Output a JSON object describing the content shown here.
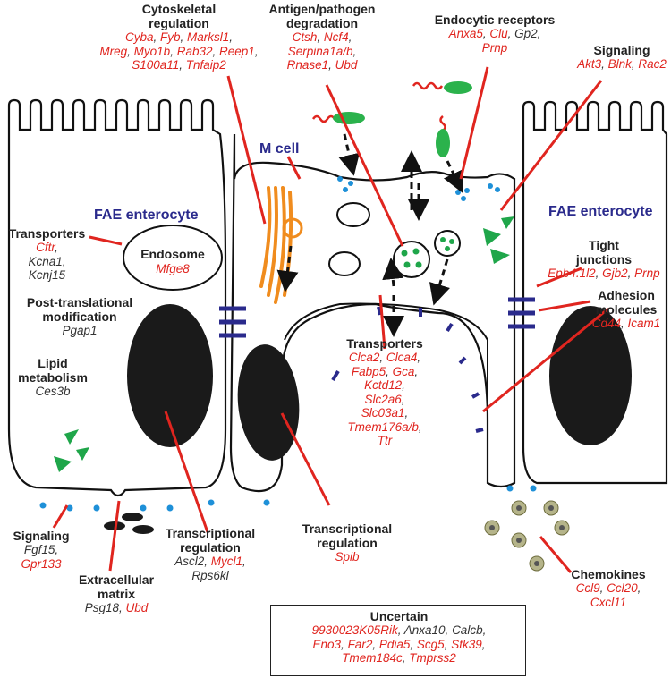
{
  "cell_labels": {
    "m_cell": "M cell",
    "fae_left": "FAE enterocyte",
    "fae_right": "FAE enterocyte",
    "endosome": "Endosome",
    "endosome_gene": "Mfge8"
  },
  "groups": {
    "cytoskeletal": {
      "title": [
        "Cytoskeletal",
        "regulation"
      ],
      "lines": [
        [
          {
            "t": "Cyba",
            "c": "red"
          },
          {
            "t": "Fyb",
            "c": "red"
          },
          {
            "t": "Marksl1",
            "c": "red"
          }
        ],
        [
          {
            "t": "Mreg",
            "c": "red"
          },
          {
            "t": "Myo1b",
            "c": "red"
          },
          {
            "t": "Rab32",
            "c": "red"
          },
          {
            "t": "Reep1",
            "c": "red"
          }
        ],
        [
          {
            "t": "S100a11",
            "c": "red"
          },
          {
            "t": "Tnfaip2",
            "c": "red"
          }
        ]
      ]
    },
    "antigen": {
      "title": [
        "Antigen/pathogen",
        "degradation"
      ],
      "lines": [
        [
          {
            "t": "Ctsh",
            "c": "red"
          },
          {
            "t": "Ncf4",
            "c": "red"
          }
        ],
        [
          {
            "t": "Serpina1a/b",
            "c": "red"
          }
        ],
        [
          {
            "t": "Rnase1",
            "c": "red"
          },
          {
            "t": "Ubd",
            "c": "red"
          }
        ]
      ]
    },
    "endocytic": {
      "title": [
        "Endocytic receptors"
      ],
      "lines": [
        [
          {
            "t": "Anxa5",
            "c": "red"
          },
          {
            "t": "Clu",
            "c": "red"
          },
          {
            "t": "Gp2",
            "c": "blk"
          }
        ],
        [
          {
            "t": "Prnp",
            "c": "red"
          }
        ]
      ]
    },
    "signaling_top": {
      "title": [
        "Signaling"
      ],
      "lines": [
        [
          {
            "t": "Akt3",
            "c": "red"
          },
          {
            "t": "Blnk",
            "c": "red"
          },
          {
            "t": "Rac2",
            "c": "red"
          }
        ]
      ]
    },
    "transporters_left": {
      "title": [
        "Transporters"
      ],
      "lines": [
        [
          {
            "t": "Cftr",
            "c": "red"
          }
        ],
        [
          {
            "t": "Kcna1",
            "c": "blk"
          }
        ],
        [
          {
            "t": "Kcnj15",
            "c": "blk"
          }
        ]
      ]
    },
    "post_translational": {
      "title": [
        "Post-translational",
        "modification"
      ],
      "lines": [
        [
          {
            "t": "Pgap1",
            "c": "blk"
          }
        ]
      ]
    },
    "lipid": {
      "title": [
        "Lipid",
        "metabolism"
      ],
      "lines": [
        [
          {
            "t": "Ces3b",
            "c": "blk"
          }
        ]
      ]
    },
    "tight_junctions": {
      "title": [
        "Tight",
        "junctions"
      ],
      "lines": [
        [
          {
            "t": "Epb4.1l2",
            "c": "red"
          },
          {
            "t": "Gjb2",
            "c": "red"
          },
          {
            "t": "Prnp",
            "c": "red"
          }
        ]
      ]
    },
    "adhesion": {
      "title": [
        "Adhesion",
        "molecules"
      ],
      "lines": [
        [
          {
            "t": "Cd44",
            "c": "red"
          },
          {
            "t": "Icam1",
            "c": "red"
          }
        ]
      ]
    },
    "transporters_center": {
      "title": [
        "Transporters"
      ],
      "lines": [
        [
          {
            "t": "Clca2",
            "c": "red"
          },
          {
            "t": "Clca4",
            "c": "red"
          }
        ],
        [
          {
            "t": "Fabp5",
            "c": "red"
          },
          {
            "t": "Gca",
            "c": "red"
          }
        ],
        [
          {
            "t": "Kctd12",
            "c": "red"
          }
        ],
        [
          {
            "t": "Slc2a6",
            "c": "red"
          }
        ],
        [
          {
            "t": "Slc03a1",
            "c": "red"
          }
        ],
        [
          {
            "t": "Tmem176a/b",
            "c": "red"
          }
        ],
        [
          {
            "t": "Ttr",
            "c": "red"
          }
        ]
      ]
    },
    "signaling_bottom": {
      "title": [
        "Signaling"
      ],
      "lines": [
        [
          {
            "t": "Fgf15",
            "c": "blk"
          }
        ],
        [
          {
            "t": "Gpr133",
            "c": "red"
          }
        ]
      ]
    },
    "extracellular": {
      "title": [
        "Extracellular",
        "matrix"
      ],
      "lines": [
        [
          {
            "t": "Psg18",
            "c": "blk"
          },
          {
            "t": "Ubd",
            "c": "red"
          }
        ]
      ]
    },
    "transcriptional_left": {
      "title": [
        "Transcriptional",
        "regulation"
      ],
      "lines": [
        [
          {
            "t": "Ascl2",
            "c": "blk"
          },
          {
            "t": "Mycl1",
            "c": "red"
          }
        ],
        [
          {
            "t": "Rps6kl",
            "c": "blk"
          }
        ]
      ]
    },
    "transcriptional_m": {
      "title": [
        "Transcriptional",
        "regulation"
      ],
      "lines": [
        [
          {
            "t": "Spib",
            "c": "red"
          }
        ]
      ]
    },
    "chemokines": {
      "title": [
        "Chemokines"
      ],
      "lines": [
        [
          {
            "t": "Ccl9",
            "c": "red"
          },
          {
            "t": "Ccl20",
            "c": "red"
          }
        ],
        [
          {
            "t": "Cxcl11",
            "c": "red"
          }
        ]
      ]
    },
    "uncertain": {
      "title": [
        "Uncertain"
      ],
      "lines": [
        [
          {
            "t": "9930023K05Rik",
            "c": "red"
          },
          {
            "t": "Anxa10",
            "c": "blk"
          },
          {
            "t": "Calcb",
            "c": "blk"
          }
        ],
        [
          {
            "t": "Eno3",
            "c": "red"
          },
          {
            "t": "Far2",
            "c": "red"
          },
          {
            "t": "Pdia5",
            "c": "red"
          },
          {
            "t": "Scg5",
            "c": "red"
          },
          {
            "t": "Stk39",
            "c": "red"
          }
        ],
        [
          {
            "t": "Tmem184c",
            "c": "red"
          },
          {
            "t": "Tmprss2",
            "c": "red"
          }
        ]
      ]
    }
  },
  "colors": {
    "pointer_line": "#e0251f",
    "gene_red": "#e0251f",
    "gene_black": "#333333",
    "cell_label_blue": "#2a2a8c",
    "cytoskeleton_orange": "#f08c1e",
    "signal_green": "#1fa64a",
    "bacteria_green": "#2bb24c",
    "bacteria_tail_red": "#e0251f",
    "nucleus": "#1a1a1a",
    "junction_blue": "#2a2a8c",
    "receptor_blue": "#1e90d8"
  }
}
